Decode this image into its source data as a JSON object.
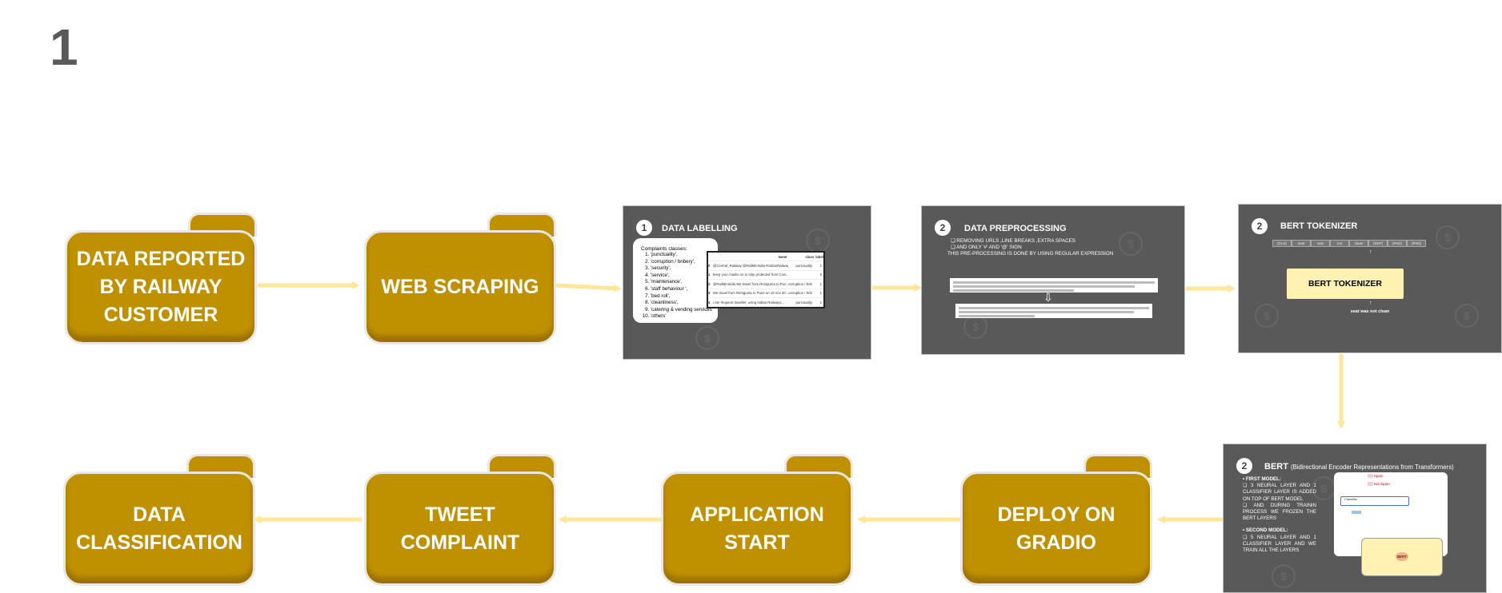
{
  "slide_number": "1",
  "colors": {
    "folder": "#bf9000",
    "arrow": "#ffe699",
    "panel": "#595959"
  },
  "folders": {
    "data_reported": "DATA REPORTED BY RAILWAY CUSTOMER",
    "web_scraping": "WEB SCRAPING",
    "data_classification": "DATA CLASSIFICATION",
    "tweet_complaint": "TWEET COMPLAINT",
    "application_start": "APPLICATION START",
    "deploy_gradio": "DEPLOY ON GRADIO"
  },
  "labelling": {
    "step": "1",
    "title": "DATA LABELLING",
    "classes_header": "Complaints classes:",
    "classes": [
      "'punctuality',",
      "'corruption / bribery',",
      "'security',",
      "'service',",
      "'maintenance',",
      "'staff behaviour ',",
      "'bed roll',",
      "'cleanliness',",
      "'catering & vending services'",
      "'others'"
    ],
    "table_header": [
      "tweet",
      "class",
      "label"
    ],
    "table_rows": [
      [
        "0",
        "@Central_Railway @RailMinIndia #IndianRailways...",
        "punctuality",
        "1"
      ],
      [
        "1",
        "keep your masks on to stay protected from Covi...",
        "",
        "0"
      ],
      [
        "2",
        "@RailMinIndia We travel from Renigunta to Pun...",
        "corruption / bribery",
        "1"
      ],
      [
        "3",
        "We travel from Renigunta to Pune on 10 nov 20...",
        "corruption / bribery",
        "1"
      ],
      [
        "4",
        "I am frequent traveller, using Indian Railways...",
        "punctuality",
        "1"
      ]
    ]
  },
  "preprocessing": {
    "step": "2",
    "title": "DATA PREPROCESSING",
    "bullets": [
      "REMOVING  URLS ,LINE BREAKS ,EXTRA SPACES",
      "AND ONLY '#' AND '@' SIGN"
    ],
    "note": "THIS PRE-PROCESSING IS DONE BY USING REGULAR EXPRESSION"
  },
  "tokenizer": {
    "step": "2",
    "title": "BERT TOKENIZER",
    "tokens": [
      "[CLS]",
      "seat",
      "was",
      "not",
      "clean",
      "[SEP]",
      "[PAD]",
      "[PAD]"
    ],
    "box_label": "BERT TOKENIZER",
    "input_text": "seat was not clean"
  },
  "bert": {
    "step": "2",
    "title": "BERT",
    "subtitle": "(Bidirectional Encoder Representations from Transformers)",
    "first_model_title": "FIRST MODEL:",
    "first_model_text": [
      "3 NEURAL LAYER AND 1 CLASSIFIER LAYER IS ADDED ON TOP OF BERT MODEL",
      "AND DURING TRAININ PROCESS WE FROZEN THE BERT LAYERS"
    ],
    "second_model_title": "SECOND MODEL:",
    "second_model_text": "5 NEURAL LAYER AND 1 CLASSIFIER LAYER AND WE TRAIN ALL THE LAYERS",
    "diagram_labels": {
      "spam": "Spam",
      "not_spam": "Not Spam",
      "classifier": "Classifier",
      "bert": "BERT",
      "dots": "..."
    }
  }
}
